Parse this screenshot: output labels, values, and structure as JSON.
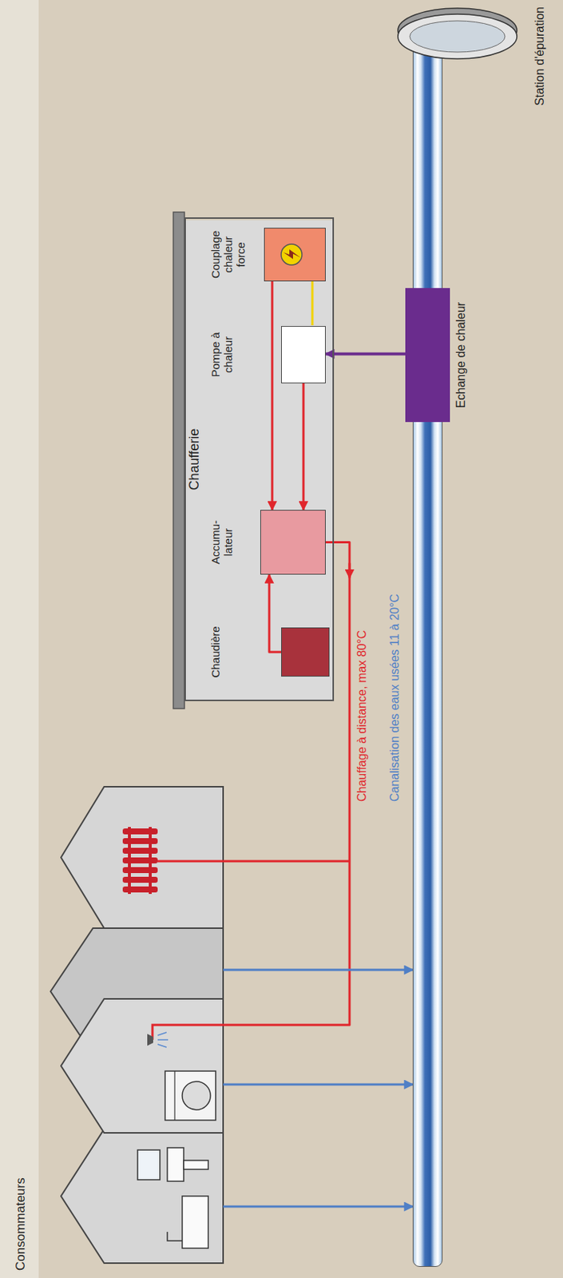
{
  "diagram": {
    "nodes": [
      {
        "text": [
          "Consommateurs"
        ]
      },
      {
        "text": [
          "Chaufferie"
        ]
      },
      {
        "text": [
          "Chaudière"
        ],
        "in": 1
      },
      {
        "text": [
          "Accumu- lateur"
        ],
        "in": 1
      },
      {
        "text": [
          "Pompe à chaleur"
        ],
        "in": 1
      },
      {
        "text": [
          "Couplage chaleur force"
        ],
        "in": 1
      },
      {
        "text": [
          "Echange de chaleur"
        ]
      },
      {
        "text": [
          "Canalisation des eaux usées 11 à 20°C"
        ]
      },
      {
        "text": [
          "Station d'épuration"
        ]
      }
    ],
    "edges": [
      {
        "from": 2,
        "to": 3,
        "arrow": "to"
      },
      {
        "from": 5,
        "to": 3,
        "arrow": "to"
      },
      {
        "from": 4,
        "to": 3,
        "arrow": "to"
      },
      {
        "from": 5,
        "to": 4,
        "arrow": "none"
      },
      {
        "from": 6,
        "to": 4,
        "arrow": "to"
      },
      {
        "from": 3,
        "to": 0,
        "label": "Chauffage à distance, max 80°C",
        "arrow": "to"
      },
      {
        "from": 0,
        "to": 7,
        "arrow": "to"
      }
    ]
  }
}
